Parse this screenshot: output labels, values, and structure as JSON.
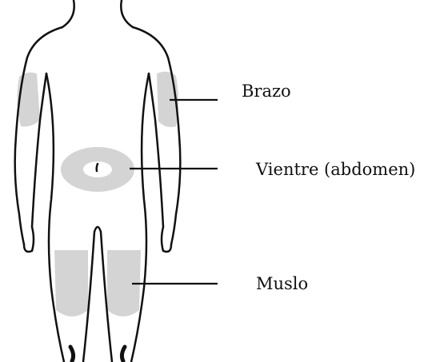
{
  "colors": {
    "outline": "#111111",
    "zone": "#d4d4d4",
    "background": "#ffffff"
  },
  "labels": {
    "arm": "Brazo",
    "abdomen": "Vientre (abdomen)",
    "thigh": "Muslo"
  }
}
